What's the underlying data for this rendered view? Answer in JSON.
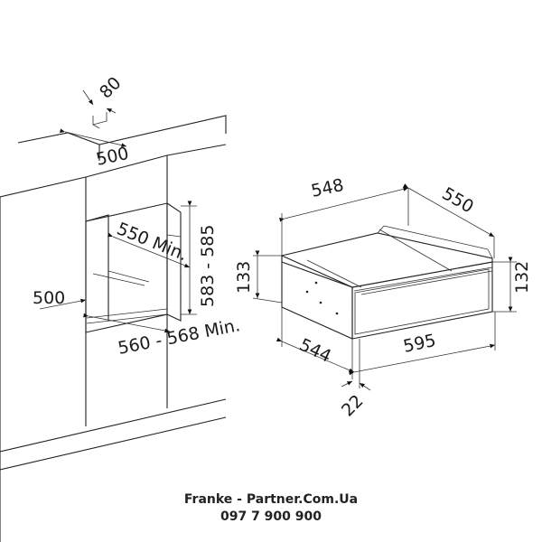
{
  "dimensions": {
    "d80": "80",
    "d500_top": "500",
    "d550_min": "550 Min.",
    "d583_585": "583 - 585",
    "d500_left": "500",
    "d560_568_min": "560 - 568 Min.",
    "d548": "548",
    "d550": "550",
    "d133": "133",
    "d132": "132",
    "d544": "544",
    "d595": "595",
    "d22": "22"
  },
  "footer": {
    "line1": "Franke - Partner.Com.Ua",
    "line2": "097 7 900 900"
  }
}
